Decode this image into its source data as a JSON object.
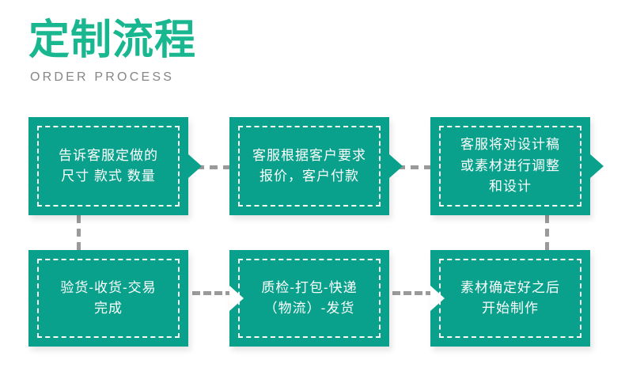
{
  "heading": {
    "title": "定制流程",
    "subtitle": "ORDER PROCESS",
    "title_color": "#19b790",
    "subtitle_color": "#868686"
  },
  "theme": {
    "box_fill": "#0aa18c",
    "box_text_color": "#ffffff",
    "dashed_border_color": "#ffffff",
    "connector_color": "#9a9a9a",
    "background": "#ffffff"
  },
  "flow": {
    "steps": [
      {
        "id": 1,
        "text": "告诉客服定做的\n尺寸 款式 数量",
        "row": "top",
        "column": 1
      },
      {
        "id": 2,
        "text": "客服根据客户要求\n报价，客户付款",
        "row": "top",
        "column": 2
      },
      {
        "id": 3,
        "text": "客服将对设计稿\n或素材进行调整\n和设计",
        "row": "top",
        "column": 3
      },
      {
        "id": 4,
        "text": "验货-收货-交易\n完成",
        "row": "bottom",
        "column": 1
      },
      {
        "id": 5,
        "text": "质检-打包-快递\n（物流）-发货",
        "row": "bottom",
        "column": 2
      },
      {
        "id": 6,
        "text": "素材确定好之后\n开始制作",
        "row": "bottom",
        "column": 3
      }
    ],
    "connectors": [
      {
        "from": 1,
        "to": 2,
        "direction": "right"
      },
      {
        "from": 2,
        "to": 3,
        "direction": "right"
      },
      {
        "from": 3,
        "to": 6,
        "direction": "down"
      },
      {
        "from": 6,
        "to": 5,
        "direction": "left"
      },
      {
        "from": 5,
        "to": 4,
        "direction": "left"
      },
      {
        "from": 4,
        "to": 1,
        "direction": "up"
      }
    ]
  }
}
